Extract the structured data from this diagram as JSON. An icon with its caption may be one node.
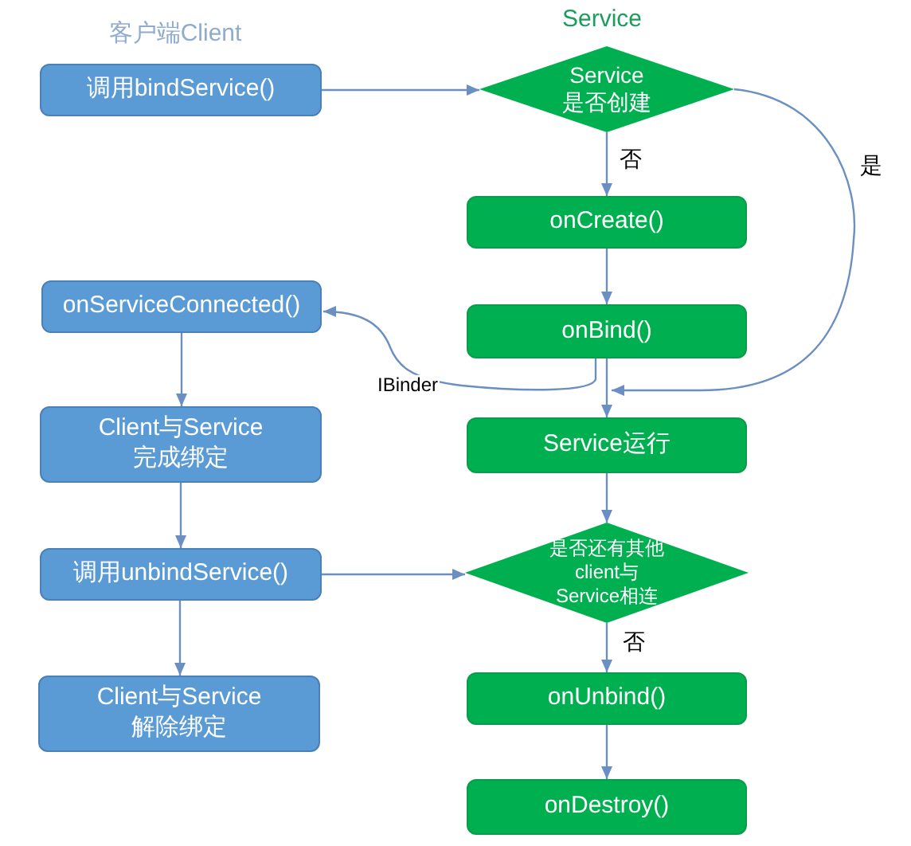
{
  "diagram": {
    "nodes": [
      {
        "text": [
          "调用bindService()"
        ]
      },
      {
        "text": [
          "Service是否创建"
        ]
      },
      {
        "text": [
          "onCreate()"
        ]
      },
      {
        "text": [
          "onServiceConnected()"
        ]
      },
      {
        "text": [
          "onBind()"
        ]
      },
      {
        "text": [
          "Client与Service完成绑定"
        ]
      },
      {
        "text": [
          "Service运行"
        ]
      },
      {
        "text": [
          "调用unbindService()"
        ]
      },
      {
        "text": [
          "是否还有其他client与Service相连"
        ]
      },
      {
        "text": [
          "onUnbind()"
        ]
      },
      {
        "text": [
          "Client与Service解除绑定"
        ]
      },
      {
        "text": [
          "onDestroy()"
        ]
      }
    ],
    "edges": [
      {
        "from": 0,
        "to": 1,
        "arrow": "to"
      },
      {
        "from": 1,
        "to": 2,
        "arrow": "to",
        "label": "否"
      },
      {
        "from": 2,
        "to": 4,
        "arrow": "to"
      },
      {
        "from": 4,
        "to": 6,
        "arrow": "to"
      },
      {
        "from": 1,
        "to": 6,
        "arrow": "to",
        "label": "是"
      },
      {
        "from": 4,
        "to": 3,
        "arrow": "to",
        "label": "IBinder"
      },
      {
        "from": 3,
        "to": 5,
        "arrow": "to"
      },
      {
        "from": 5,
        "to": 7,
        "arrow": "to"
      },
      {
        "from": 7,
        "to": 10,
        "arrow": "to"
      },
      {
        "from": 7,
        "to": 8,
        "arrow": "to"
      },
      {
        "from": 6,
        "to": 8,
        "arrow": "to"
      },
      {
        "from": 8,
        "to": 9,
        "arrow": "to",
        "label": "否"
      },
      {
        "from": 9,
        "to": 11,
        "arrow": "to"
      }
    ],
    "labels": [
      "客户端Client",
      "Service"
    ]
  }
}
